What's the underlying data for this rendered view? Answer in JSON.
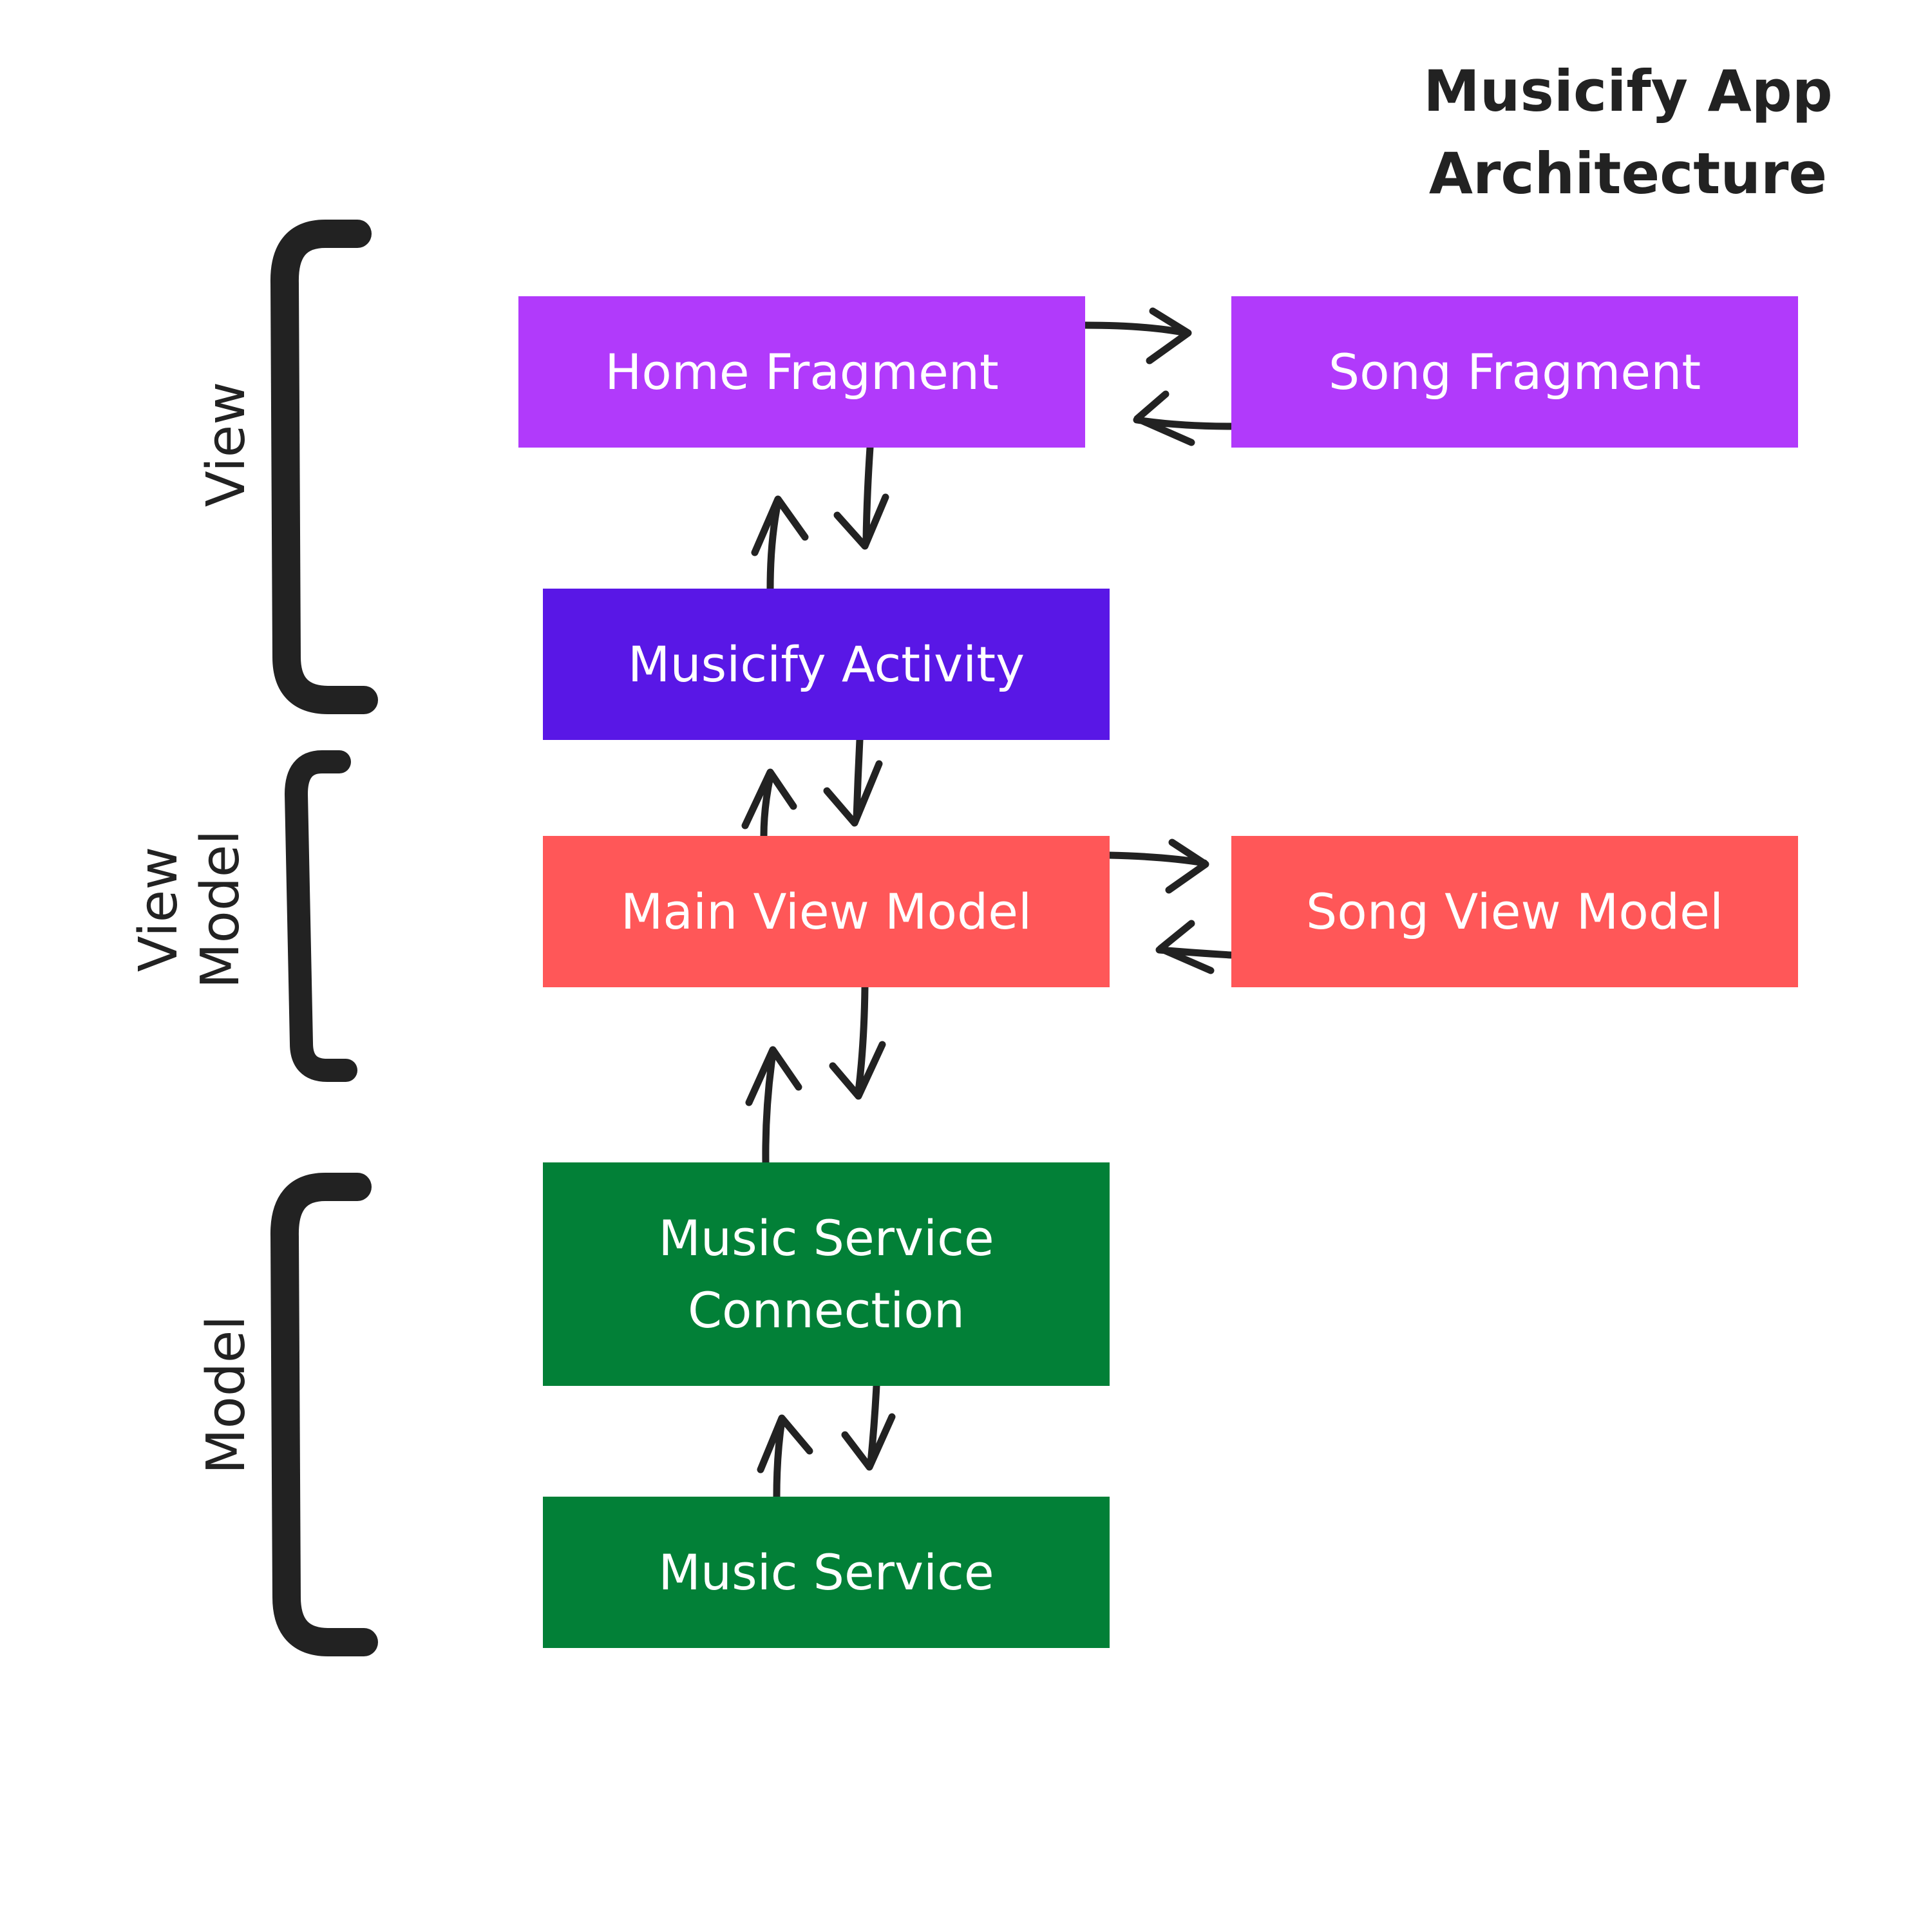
{
  "title": {
    "line1": "Musicify App",
    "line2": "Architecture"
  },
  "layers": {
    "view": {
      "label": "View"
    },
    "view_model": {
      "line1": "View",
      "line2": "Model"
    },
    "model": {
      "label": "Model"
    }
  },
  "nodes": {
    "home_fragment": {
      "label": "Home Fragment",
      "color": "#B13AFB"
    },
    "song_fragment": {
      "label": "Song Fragment",
      "color": "#B13AFB"
    },
    "musicify_activity": {
      "label": "Musicify Activity",
      "color": "#5917E6"
    },
    "main_view_model": {
      "label": "Main View Model",
      "color": "#FF5758"
    },
    "song_view_model": {
      "label": "Song View Model",
      "color": "#FF5758"
    },
    "music_service_connection": {
      "line1": "Music Service",
      "line2": "Connection",
      "color": "#028037"
    },
    "music_service": {
      "label": "Music Service",
      "color": "#028037"
    }
  },
  "colors": {
    "ink": "#222222",
    "background": "#FFFFFF"
  }
}
